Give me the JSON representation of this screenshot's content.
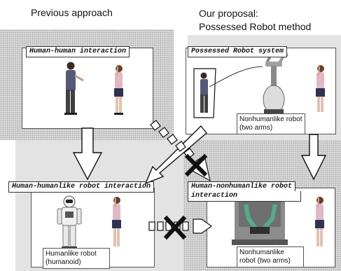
{
  "headings": {
    "previous": "Previous approach",
    "proposal_line1": "Our proposal:",
    "proposal_line2": "Possessed Robot method"
  },
  "panels": {
    "human_human": {
      "title": "Human-human interaction"
    },
    "possessed": {
      "title": "Possessed Robot system",
      "robot_label": "Nonhumanlike robot (two arms)"
    },
    "humanlike": {
      "title": "Human-humanlike robot interaction",
      "robot_label": "Humanlike robot (humanoid)"
    },
    "nonhumanlike": {
      "title_line1": "Human-nonhumanlike robot",
      "title_line2": "interaction",
      "robot_label": "Nonhumanlike robot (two arms)"
    }
  },
  "colors": {
    "robot_accent": "#4fae87",
    "cross": "#111111"
  }
}
